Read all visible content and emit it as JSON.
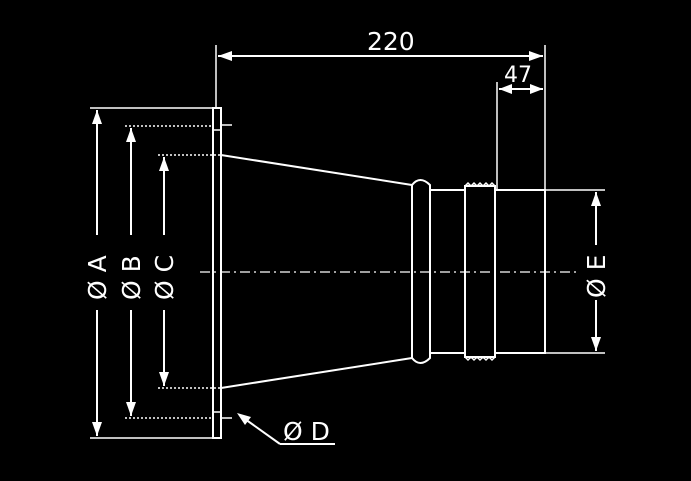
{
  "drawing": {
    "background": "#000000",
    "stroke_color": "#ffffff",
    "dimensions": {
      "overall_length": "220",
      "spigot_length": "47",
      "dia_a": "Ø A",
      "dia_b": "Ø B",
      "dia_c": "Ø C",
      "dia_d": "Ø D",
      "dia_e": "Ø E"
    }
  }
}
